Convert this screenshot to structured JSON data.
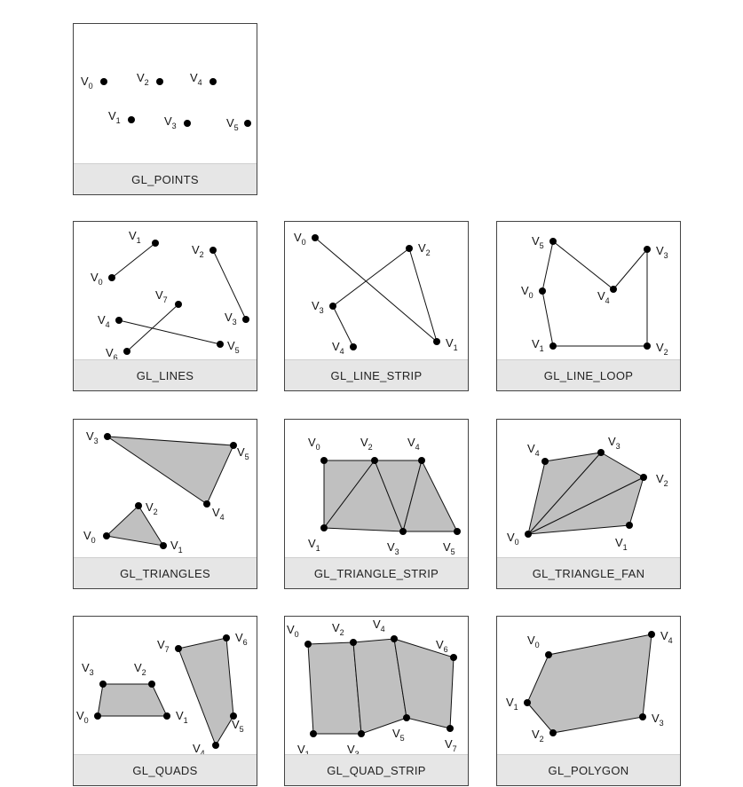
{
  "panels": [
    {
      "id": "points",
      "caption": "GL_POINTS"
    },
    {
      "id": "lines",
      "caption": "GL_LINES"
    },
    {
      "id": "line-strip",
      "caption": "GL_LINE_STRIP"
    },
    {
      "id": "line-loop",
      "caption": "GL_LINE_LOOP"
    },
    {
      "id": "triangles",
      "caption": "GL_TRIANGLES"
    },
    {
      "id": "triangle-strip",
      "caption": "GL_TRIANGLE_STRIP"
    },
    {
      "id": "triangle-fan",
      "caption": "GL_TRIANGLE_FAN"
    },
    {
      "id": "quads",
      "caption": "GL_QUADS"
    },
    {
      "id": "quad-strip",
      "caption": "GL_QUAD_STRIP"
    },
    {
      "id": "polygon",
      "caption": "GL_POLYGON"
    }
  ],
  "vertex_letter": "V",
  "colors": {
    "fill": "#c0c0c0",
    "stroke": "#111111",
    "caption_bg": "#e6e6e6"
  }
}
